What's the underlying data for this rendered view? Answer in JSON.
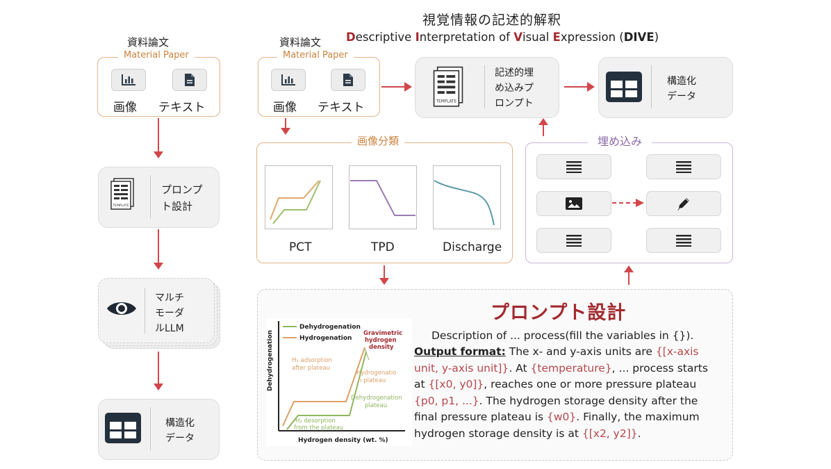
{
  "header": {
    "title_jp": "視覚情報の記述的解釈",
    "title_en_parts": [
      {
        "t": "D",
        "red": true
      },
      {
        "t": "escriptive ",
        "red": false
      },
      {
        "t": "I",
        "red": true
      },
      {
        "t": "nterpretation of ",
        "red": false
      },
      {
        "t": "V",
        "red": true
      },
      {
        "t": "isual ",
        "red": false
      },
      {
        "t": "E",
        "red": true
      },
      {
        "t": "xpression (DIVE)",
        "red": false
      }
    ]
  },
  "left_flow": {
    "material": {
      "title_jp": "資料論文",
      "title_en": "Material Paper",
      "image_label": "画像",
      "text_label": "テキスト"
    },
    "prompt_design": {
      "line1": "プロンプ",
      "line2": "ト設計"
    },
    "llm": {
      "line1": "マルチ",
      "line2": "モーダ",
      "line3": "ルLLM"
    },
    "structured": {
      "line1": "構造化",
      "line2": "データ"
    }
  },
  "right_flow": {
    "material": {
      "title_jp": "資料論文",
      "title_en": "Material Paper",
      "image_label": "画像",
      "text_label": "テキスト"
    },
    "descriptive_prompt": {
      "line1": "記述的埋",
      "line2": "め込みプ",
      "line3": "ロンプト",
      "template_label": "TEMPLATE"
    },
    "structured": {
      "line1": "構造化",
      "line2": "データ"
    },
    "classification": {
      "title": "画像分類",
      "charts": [
        {
          "label": "PCT"
        },
        {
          "label": "TPD"
        },
        {
          "label": "Discharge"
        }
      ]
    },
    "embedding": {
      "title": "埋め込み"
    }
  },
  "prompt_panel": {
    "title": "プロンプト設計",
    "line1": "Description of ... process(fill the variables in {}).",
    "output_format_label": "Output format:",
    "paragraph": [
      {
        "t": " The x- and y-axis units are ",
        "v": false
      },
      {
        "t": "{[x-axis unit, y-axis unit]}",
        "v": true
      },
      {
        "t": ". At ",
        "v": false
      },
      {
        "t": "{temperature}",
        "v": true
      },
      {
        "t": ", ... process starts at ",
        "v": false
      },
      {
        "t": "{[x0, y0]}",
        "v": true
      },
      {
        "t": ", reaches one or more pressure plateau ",
        "v": false
      },
      {
        "t": "{p0, p1, ...}",
        "v": true
      },
      {
        "t": ". The hydrogen storage density after the final pressure plateau is ",
        "v": false
      },
      {
        "t": "{w0}",
        "v": true
      },
      {
        "t": ". Finally, the maximum hydrogen storage density is at ",
        "v": false
      },
      {
        "t": "{[x2, y2]}",
        "v": true
      },
      {
        "t": ".",
        "v": false
      }
    ],
    "mini_chart": {
      "legend": [
        "Dehydrogenation",
        "Hydrogenation"
      ],
      "ylabel": "Dehydrogenation",
      "xlabel": "Hydrogen density (wt. %)",
      "annotations": {
        "gravimetric": "Gravimetric hydrogen density",
        "h2_adsorption": "H₂ adsorption after plateau",
        "hydrogenation_plateau": "Hydrogenation plateau",
        "dehydrogenation_plateau": "Dehydrogenation plateau",
        "h2_desorption": "H₂ desorption from the plateau"
      }
    }
  },
  "colors": {
    "accent_red": "#d0464a",
    "orange": "#c9843f",
    "green": "#8fb55e",
    "purple": "#8a6aa7",
    "dark_icon": "#24303d"
  }
}
